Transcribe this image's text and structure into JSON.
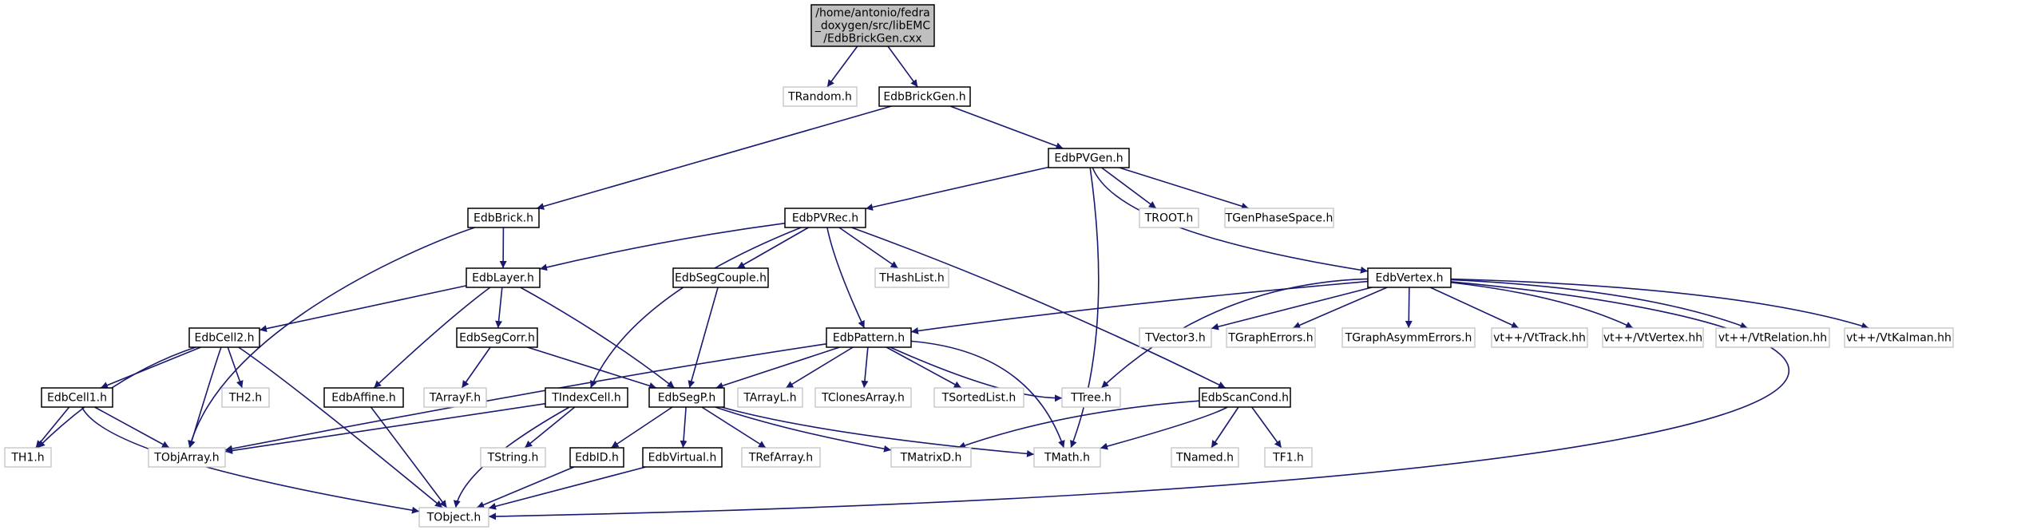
{
  "colors": {
    "edge": "#191970",
    "root_fill": "#bfbfbf",
    "node_border": "#000000",
    "external_border": "#bfbfbf",
    "background": "#ffffff"
  },
  "nodes": [
    {
      "id": "root",
      "lines": [
        "/home/antonio/fedra",
        "_doxygen/src/libEMC",
        "/EdbBrickGen.cxx"
      ],
      "kind": "root"
    },
    {
      "id": "trandom",
      "lines": [
        "TRandom.h"
      ],
      "kind": "external"
    },
    {
      "id": "edbbrickgen",
      "lines": [
        "EdbBrickGen.h"
      ],
      "kind": "local"
    },
    {
      "id": "edbpvgen",
      "lines": [
        "EdbPVGen.h"
      ],
      "kind": "local"
    },
    {
      "id": "edbbrick",
      "lines": [
        "EdbBrick.h"
      ],
      "kind": "local"
    },
    {
      "id": "edbpvrec",
      "lines": [
        "EdbPVRec.h"
      ],
      "kind": "local"
    },
    {
      "id": "troot",
      "lines": [
        "TROOT.h"
      ],
      "kind": "external"
    },
    {
      "id": "tgenphasespace",
      "lines": [
        "TGenPhaseSpace.h"
      ],
      "kind": "external"
    },
    {
      "id": "edblayer",
      "lines": [
        "EdbLayer.h"
      ],
      "kind": "local"
    },
    {
      "id": "edbsegcouple",
      "lines": [
        "EdbSegCouple.h"
      ],
      "kind": "local"
    },
    {
      "id": "thashlist",
      "lines": [
        "THashList.h"
      ],
      "kind": "external"
    },
    {
      "id": "edbvertex",
      "lines": [
        "EdbVertex.h"
      ],
      "kind": "local"
    },
    {
      "id": "edbcell2",
      "lines": [
        "EdbCell2.h"
      ],
      "kind": "local"
    },
    {
      "id": "edbsegcorr",
      "lines": [
        "EdbSegCorr.h"
      ],
      "kind": "local"
    },
    {
      "id": "edbpattern",
      "lines": [
        "EdbPattern.h"
      ],
      "kind": "local"
    },
    {
      "id": "tvector3",
      "lines": [
        "TVector3.h"
      ],
      "kind": "external"
    },
    {
      "id": "tgrapherrors",
      "lines": [
        "TGraphErrors.h"
      ],
      "kind": "external"
    },
    {
      "id": "tgraphasymmerrors",
      "lines": [
        "TGraphAsymmErrors.h"
      ],
      "kind": "external"
    },
    {
      "id": "vttrack",
      "lines": [
        "vt++/VtTrack.hh"
      ],
      "kind": "external"
    },
    {
      "id": "vtvertex",
      "lines": [
        "vt++/VtVertex.hh"
      ],
      "kind": "external"
    },
    {
      "id": "vtrelation",
      "lines": [
        "vt++/VtRelation.hh"
      ],
      "kind": "external"
    },
    {
      "id": "vtkalman",
      "lines": [
        "vt++/VtKalman.hh"
      ],
      "kind": "external"
    },
    {
      "id": "edbcell1",
      "lines": [
        "EdbCell1.h"
      ],
      "kind": "local"
    },
    {
      "id": "th2",
      "lines": [
        "TH2.h"
      ],
      "kind": "external"
    },
    {
      "id": "edbaffine",
      "lines": [
        "EdbAffine.h"
      ],
      "kind": "local"
    },
    {
      "id": "tarrayf",
      "lines": [
        "TArrayF.h"
      ],
      "kind": "external"
    },
    {
      "id": "tindexcell",
      "lines": [
        "TIndexCell.h"
      ],
      "kind": "local"
    },
    {
      "id": "edbsegp",
      "lines": [
        "EdbSegP.h"
      ],
      "kind": "local"
    },
    {
      "id": "tarrayl",
      "lines": [
        "TArrayL.h"
      ],
      "kind": "external"
    },
    {
      "id": "tclonesarray",
      "lines": [
        "TClonesArray.h"
      ],
      "kind": "external"
    },
    {
      "id": "tsortedlist",
      "lines": [
        "TSortedList.h"
      ],
      "kind": "external"
    },
    {
      "id": "ttree",
      "lines": [
        "TTree.h"
      ],
      "kind": "external"
    },
    {
      "id": "edbscancond",
      "lines": [
        "EdbScanCond.h"
      ],
      "kind": "local"
    },
    {
      "id": "th1",
      "lines": [
        "TH1.h"
      ],
      "kind": "external"
    },
    {
      "id": "tobjarray",
      "lines": [
        "TObjArray.h"
      ],
      "kind": "external"
    },
    {
      "id": "tstring",
      "lines": [
        "TString.h"
      ],
      "kind": "external"
    },
    {
      "id": "edbid",
      "lines": [
        "EdbID.h"
      ],
      "kind": "local"
    },
    {
      "id": "edbvirtual",
      "lines": [
        "EdbVirtual.h"
      ],
      "kind": "local"
    },
    {
      "id": "trefarray",
      "lines": [
        "TRefArray.h"
      ],
      "kind": "external"
    },
    {
      "id": "tmatrixd",
      "lines": [
        "TMatrixD.h"
      ],
      "kind": "external"
    },
    {
      "id": "tmath",
      "lines": [
        "TMath.h"
      ],
      "kind": "external"
    },
    {
      "id": "tnamed",
      "lines": [
        "TNamed.h"
      ],
      "kind": "external"
    },
    {
      "id": "tf1",
      "lines": [
        "TF1.h"
      ],
      "kind": "external"
    },
    {
      "id": "tobject",
      "lines": [
        "TObject.h"
      ],
      "kind": "external"
    }
  ],
  "edges": [
    [
      "root",
      "trandom"
    ],
    [
      "root",
      "edbbrickgen"
    ],
    [
      "edbbrickgen",
      "edbbrick"
    ],
    [
      "edbbrickgen",
      "edbpvgen"
    ],
    [
      "edbpvgen",
      "edbpvrec"
    ],
    [
      "edbpvgen",
      "troot"
    ],
    [
      "edbpvgen",
      "tgenphasespace"
    ],
    [
      "edbpvgen",
      "edbvertex"
    ],
    [
      "edbpvgen",
      "tmath"
    ],
    [
      "edbbrick",
      "edblayer"
    ],
    [
      "edbbrick",
      "tobjarray"
    ],
    [
      "edbpvrec",
      "edblayer"
    ],
    [
      "edbpvrec",
      "edbsegcouple"
    ],
    [
      "edbpvrec",
      "thashlist"
    ],
    [
      "edbpvrec",
      "edbpattern"
    ],
    [
      "edbpvrec",
      "tindexcell"
    ],
    [
      "edbpvrec",
      "edbscancond"
    ],
    [
      "edblayer",
      "edbcell2"
    ],
    [
      "edblayer",
      "edbsegcorr"
    ],
    [
      "edblayer",
      "edbaffine"
    ],
    [
      "edblayer",
      "edbsegp"
    ],
    [
      "edbsegcouple",
      "edbsegp"
    ],
    [
      "edbvertex",
      "edbpattern"
    ],
    [
      "edbvertex",
      "tvector3"
    ],
    [
      "edbvertex",
      "tgrapherrors"
    ],
    [
      "edbvertex",
      "tgraphasymmerrors"
    ],
    [
      "edbvertex",
      "vttrack"
    ],
    [
      "edbvertex",
      "vtvertex"
    ],
    [
      "edbvertex",
      "vtrelation"
    ],
    [
      "edbvertex",
      "vtkalman"
    ],
    [
      "edbvertex",
      "ttree"
    ],
    [
      "edbvertex",
      "tobject"
    ],
    [
      "edbcell2",
      "edbcell1"
    ],
    [
      "edbcell2",
      "th2"
    ],
    [
      "edbcell2",
      "th1"
    ],
    [
      "edbcell2",
      "tobjarray"
    ],
    [
      "edbcell2",
      "tobject"
    ],
    [
      "edbsegcorr",
      "tarrayf"
    ],
    [
      "edbsegcorr",
      "edbsegp"
    ],
    [
      "edbpattern",
      "edbsegp"
    ],
    [
      "edbpattern",
      "tarrayl"
    ],
    [
      "edbpattern",
      "tclonesarray"
    ],
    [
      "edbpattern",
      "tsortedlist"
    ],
    [
      "edbpattern",
      "ttree"
    ],
    [
      "edbpattern",
      "tmath"
    ],
    [
      "edbpattern",
      "tobjarray"
    ],
    [
      "edbcell1",
      "th1"
    ],
    [
      "edbcell1",
      "tobjarray"
    ],
    [
      "edbcell1",
      "tobject"
    ],
    [
      "edbaffine",
      "tobject"
    ],
    [
      "tindexcell",
      "tobjarray"
    ],
    [
      "tindexcell",
      "tstring"
    ],
    [
      "tindexcell",
      "tobject"
    ],
    [
      "edbsegp",
      "edbid"
    ],
    [
      "edbsegp",
      "edbvirtual"
    ],
    [
      "edbsegp",
      "trefarray"
    ],
    [
      "edbsegp",
      "tmatrixd"
    ],
    [
      "edbsegp",
      "tmath"
    ],
    [
      "edbscancond",
      "tmatrixd"
    ],
    [
      "edbscancond",
      "tmath"
    ],
    [
      "edbscancond",
      "tnamed"
    ],
    [
      "edbscancond",
      "tf1"
    ],
    [
      "edbid",
      "tobject"
    ],
    [
      "edbvirtual",
      "tobject"
    ]
  ]
}
